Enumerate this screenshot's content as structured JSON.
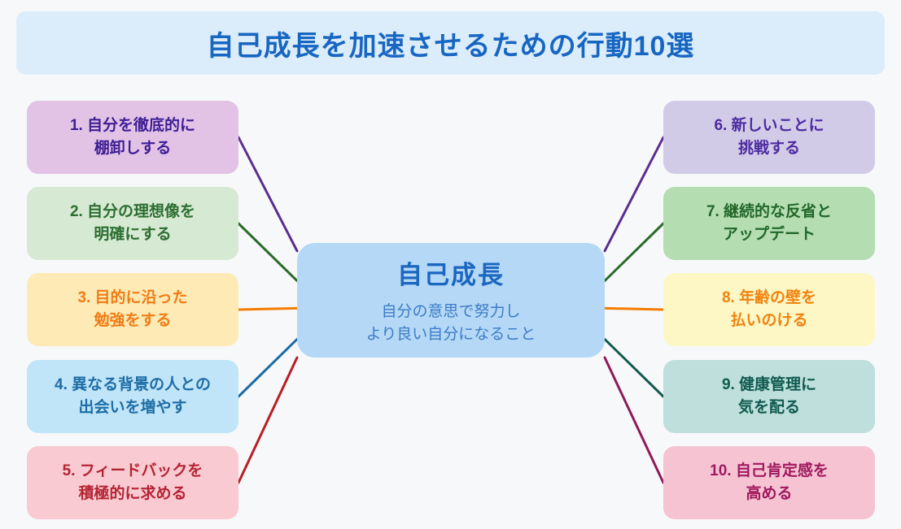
{
  "title": "自己成長を加速させるための行動10選",
  "colors": {
    "background": "#f7f8fa",
    "banner_bg": "#dbecfa",
    "banner_text": "#1766c2"
  },
  "center": {
    "title": "自己成長",
    "subtitle_line1": "自分の意思で努力し",
    "subtitle_line2": "より良い自分になること",
    "fill": "#b4d8f6",
    "title_color": "#1a66c0",
    "subtitle_color": "#3d7cc6"
  },
  "items": [
    {
      "id": 1,
      "side": "left",
      "line1": "1. 自分を徹底的に",
      "line2": "棚卸しする",
      "fill": "#e2c3e6",
      "text_color": "#3e1d94",
      "line_color": "#5b2d91"
    },
    {
      "id": 2,
      "side": "left",
      "line1": "2. 自分の理想像を",
      "line2": "明確にする",
      "fill": "#d6e9d2",
      "text_color": "#2c6e31",
      "line_color": "#2a6b2a"
    },
    {
      "id": 3,
      "side": "left",
      "line1": "3. 目的に沿った",
      "line2": "勉強をする",
      "fill": "#fdeab5",
      "text_color": "#f07c16",
      "line_color": "#f57c00"
    },
    {
      "id": 4,
      "side": "left",
      "line1": "4. 異なる背景の人との",
      "line2": "出会いを増やす",
      "fill": "#c0e4f8",
      "text_color": "#1d6da6",
      "line_color": "#1b6ca8"
    },
    {
      "id": 5,
      "side": "left",
      "line1": "5. フィードバックを",
      "line2": "積極的に求める",
      "fill": "#f9cad2",
      "text_color": "#b52433",
      "line_color": "#b71f24"
    },
    {
      "id": 6,
      "side": "right",
      "line1": "6. 新しいことに",
      "line2": "挑戦する",
      "fill": "#d2cbe8",
      "text_color": "#4c2ba0",
      "line_color": "#5b2d91"
    },
    {
      "id": 7,
      "side": "right",
      "line1": "7. 継続的な反省と",
      "line2": "アップデート",
      "fill": "#b5ddb2",
      "text_color": "#21672a",
      "line_color": "#2a6b2a"
    },
    {
      "id": 8,
      "side": "right",
      "line1": "8. 年齢の壁を",
      "line2": "払いのける",
      "fill": "#fdf7c5",
      "text_color": "#f0830f",
      "line_color": "#f57c00"
    },
    {
      "id": 9,
      "side": "right",
      "line1": "9. 健康管理に",
      "line2": "気を配る",
      "fill": "#bedfdb",
      "text_color": "#0f5a50",
      "line_color": "#155a4f"
    },
    {
      "id": 10,
      "side": "right",
      "line1": "10. 自己肯定感を",
      "line2": "高める",
      "fill": "#f6c3d3",
      "text_color": "#a0195e",
      "line_color": "#8f1a57"
    }
  ]
}
